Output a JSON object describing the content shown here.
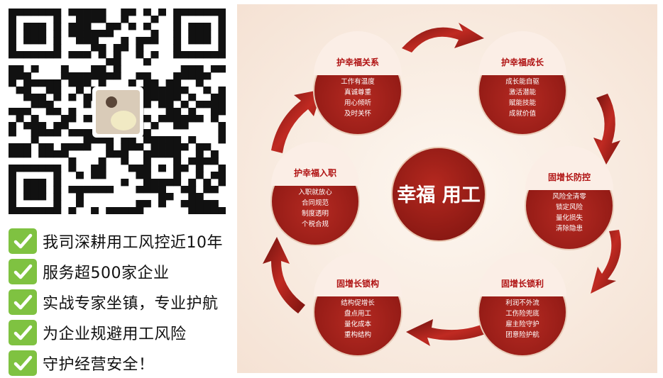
{
  "checklist": [
    "我司深耕用工风控近10年",
    "服务超500家企业",
    "实战专家坐镇，专业护航",
    "为企业规避用工风险",
    "守护经营安全！"
  ],
  "diagram": {
    "center": "幸福 用工",
    "nodes": [
      {
        "title": "护幸福关系",
        "lines": [
          "工作有温度",
          "真诚尊重",
          "用心倾听",
          "及时关怀"
        ]
      },
      {
        "title": "护幸福成长",
        "lines": [
          "成长能自驱",
          "激活潜能",
          "赋能技能",
          "成就价值"
        ]
      },
      {
        "title": "固增长防控",
        "lines": [
          "风险全清零",
          "锁定风险",
          "量化损失",
          "清除隐患"
        ]
      },
      {
        "title": "固增长锁利",
        "lines": [
          "利润不外流",
          "工伤险兜底",
          "雇主险守护",
          "团意险护航"
        ]
      },
      {
        "title": "固增长锁构",
        "lines": [
          "结构促增长",
          "盘点用工",
          "量化成本",
          "重构结构"
        ]
      },
      {
        "title": "护幸福入职",
        "lines": [
          "入职就放心",
          "合同规范",
          "制度透明",
          "个税合规"
        ]
      }
    ]
  },
  "colors": {
    "brand_red": "#a81c18",
    "dark_red": "#7e1410",
    "check_green": "#7fc241",
    "diagram_bg": "#f9ece2"
  }
}
